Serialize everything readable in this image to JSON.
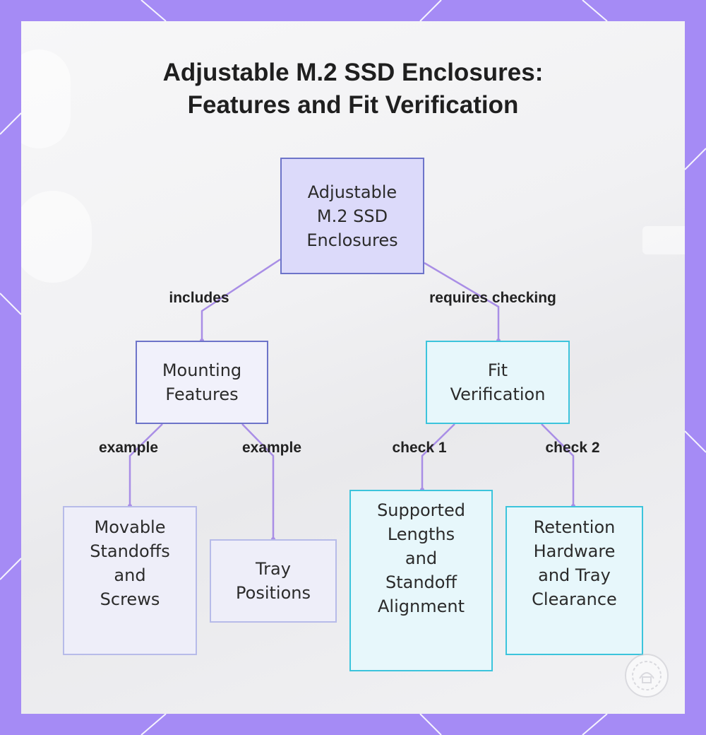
{
  "title": {
    "line1": "Adjustable M.2 SSD Enclosures:",
    "line2": "Features and Fit Verification"
  },
  "nodes": {
    "root": [
      "Adjustable",
      "M.2 SSD",
      "Enclosures"
    ],
    "mounting": [
      "Mounting",
      "Features"
    ],
    "fit": [
      "Fit",
      "Verification"
    ],
    "standoffs": [
      "Movable",
      "Standoffs",
      "and",
      "Screws"
    ],
    "tray": [
      "Tray",
      "Positions"
    ],
    "lengths": [
      "Supported",
      "Lengths",
      "and",
      "Standoff",
      "Alignment"
    ],
    "retention": [
      "Retention",
      "Hardware",
      "and Tray",
      "Clearance"
    ]
  },
  "edges": {
    "includes": "includes",
    "requires_checking": "requires checking",
    "example_left": "example",
    "example_right": "example",
    "check1": "check 1",
    "check2": "check 2"
  },
  "colors": {
    "frame": "#a58bf5",
    "edge_line": "#a98ee6",
    "node_border_purple": "#6d74c9",
    "node_border_cyan": "#3cc4dc"
  },
  "icons": {
    "logo": "logo-icon"
  }
}
